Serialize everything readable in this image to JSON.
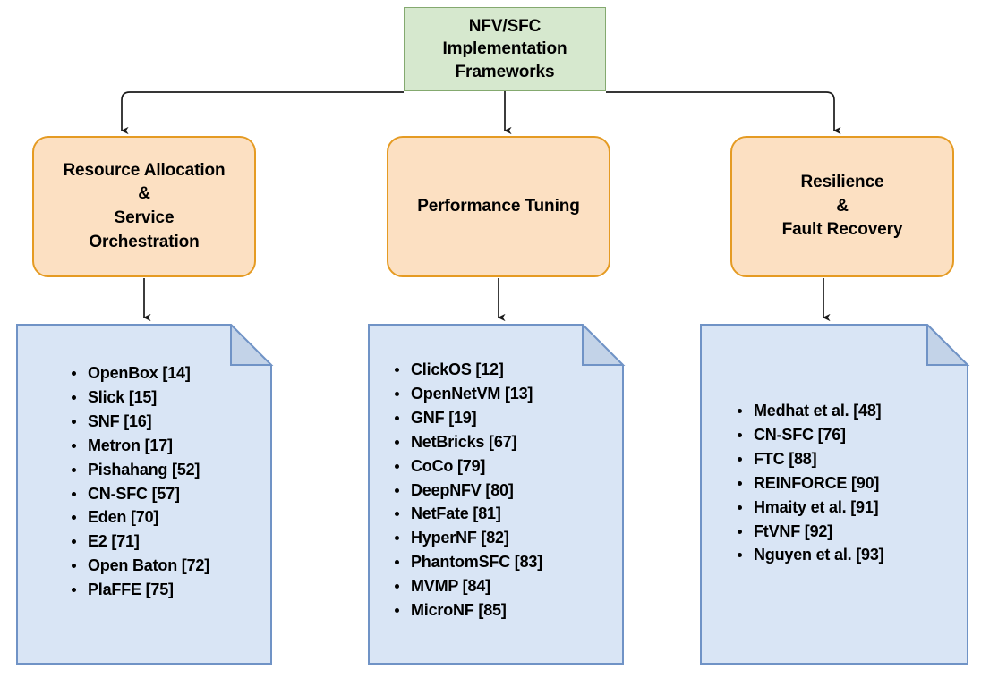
{
  "diagram": {
    "title": "NFV/SFC Implementation Frameworks taxonomy",
    "colors": {
      "root_fill": "#d6e8ce",
      "root_stroke": "#84a96f",
      "category_fill": "#fce0c2",
      "category_stroke": "#e59b23",
      "document_fill": "#d9e5f5",
      "document_stroke": "#7093c6",
      "document_fold_fill": "#c3d3e8",
      "edge_color": "#1a1a1a",
      "text_color": "#000000"
    }
  },
  "root": {
    "lines": [
      "NFV/SFC",
      "Implementation",
      "Frameworks"
    ]
  },
  "categories": [
    {
      "id": "resource-allocation",
      "lines": [
        "Resource Allocation",
        "&",
        "Service",
        "Orchestration"
      ]
    },
    {
      "id": "performance-tuning",
      "lines": [
        "Performance Tuning"
      ]
    },
    {
      "id": "resilience",
      "lines": [
        "Resilience",
        "&",
        "Fault Recovery"
      ]
    }
  ],
  "documents": [
    {
      "id": "resource-allocation-list",
      "items": [
        "OpenBox [14]",
        "Slick [15]",
        "SNF [16]",
        "Metron [17]",
        "Pishahang [52]",
        "CN-SFC [57]",
        "Eden [70]",
        "E2 [71]",
        "Open Baton [72]",
        "PlaFFE [75]"
      ]
    },
    {
      "id": "performance-tuning-list",
      "items": [
        "ClickOS [12]",
        "OpenNetVM [13]",
        "GNF [19]",
        "NetBricks [67]",
        "CoCo [79]",
        "DeepNFV [80]",
        "NetFate [81]",
        "HyperNF [82]",
        "PhantomSFC [83]",
        "MVMP [84]",
        "MicroNF [85]"
      ]
    },
    {
      "id": "resilience-list",
      "items": [
        "Medhat et al. [48]",
        "CN-SFC [76]",
        "FTC [88]",
        "REINFORCE [90]",
        "Hmaity et al. [91]",
        "FtVNF [92]",
        "Nguyen et al. [93]"
      ]
    }
  ]
}
